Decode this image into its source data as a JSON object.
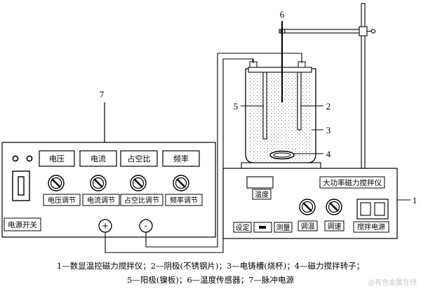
{
  "numbers": {
    "n1": "1",
    "n2": "2",
    "n3": "3",
    "n4": "4",
    "n5": "5",
    "n6": "6",
    "n7": "7"
  },
  "power_supply": {
    "buttons": [
      "电压",
      "电流",
      "占空比",
      "频率"
    ],
    "knob_labels": [
      "电压调节",
      "电流调节",
      "占空比调节",
      "频率调节"
    ],
    "power_switch": "电源开关",
    "plus": "+",
    "minus": "-"
  },
  "stirrer": {
    "title": "大功率磁力搅拌仪",
    "temperature": "温度",
    "set": "设定",
    "measure": "测量",
    "knob_labels": [
      "调温",
      "调速"
    ],
    "stir_power": "搅拌电源"
  },
  "caption": {
    "line1": "1—数显温控磁力搅拌仪；2—阴极(不锈钢片)；3—电铸槽(烧杯)；4—磁力搅拌转子；",
    "line2": "5—阳极(镍板)；6—温度传感器；7—脉冲电源"
  },
  "watermark": "@有色金属在线"
}
